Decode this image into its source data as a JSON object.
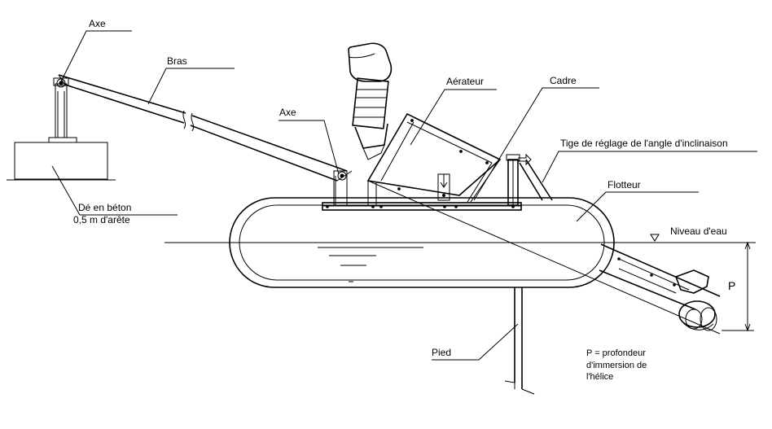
{
  "labels": {
    "axe_left": "Axe",
    "bras": "Bras",
    "axe_center": "Axe",
    "aerateur": "Aérateur",
    "cadre": "Cadre",
    "tige": "Tige de réglage de l'angle d'inclinaison",
    "flotteur": "Flotteur",
    "niveau": "Niveau d'eau",
    "de_line1": "Dé en béton",
    "de_line2": "0,5 m d'arête",
    "pied": "Pied",
    "p_symbol": "P",
    "p_def_line1": "P = profondeur",
    "p_def_line2": "d'immersion de",
    "p_def_line3": "l'hélice"
  }
}
